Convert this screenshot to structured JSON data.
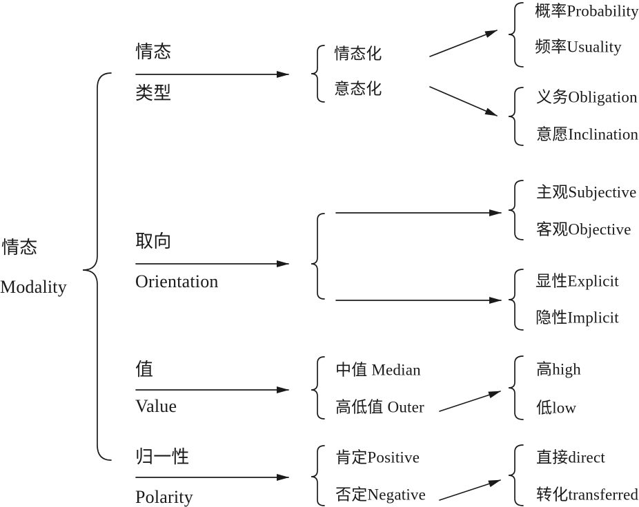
{
  "diagram": {
    "title": "Modality system network diagram",
    "root": {
      "zh": "情态",
      "en": "Modality"
    },
    "branches": {
      "type": {
        "top": "情态",
        "bottom": "类型"
      },
      "orientation": {
        "top": "取向",
        "bottom": "Orientation"
      },
      "value": {
        "top": "值",
        "bottom": "Value"
      },
      "polarity": {
        "top": "归一性",
        "bottom": "Polarity"
      }
    },
    "mid_nodes": {
      "modalization": "情态化",
      "modulation": "意态化",
      "median": "中值 Median",
      "outer": "高低值 Outer",
      "positive": "肯定Positive",
      "negative": "否定Negative"
    },
    "leaves": {
      "probability": "概率Probability",
      "usuality": "频率Usuality",
      "obligation": "义务Obligation",
      "inclination": "意愿Inclination",
      "subjective": "主观Subjective",
      "objective": "客观Objective",
      "explicit": "显性Explicit",
      "implicit": "隐性Implicit",
      "high": "高high",
      "low": "低low",
      "direct": "直接direct",
      "transferred": "转化transferred"
    },
    "colors": {
      "ink": "#1a1a1a",
      "background": "#ffffff"
    }
  }
}
